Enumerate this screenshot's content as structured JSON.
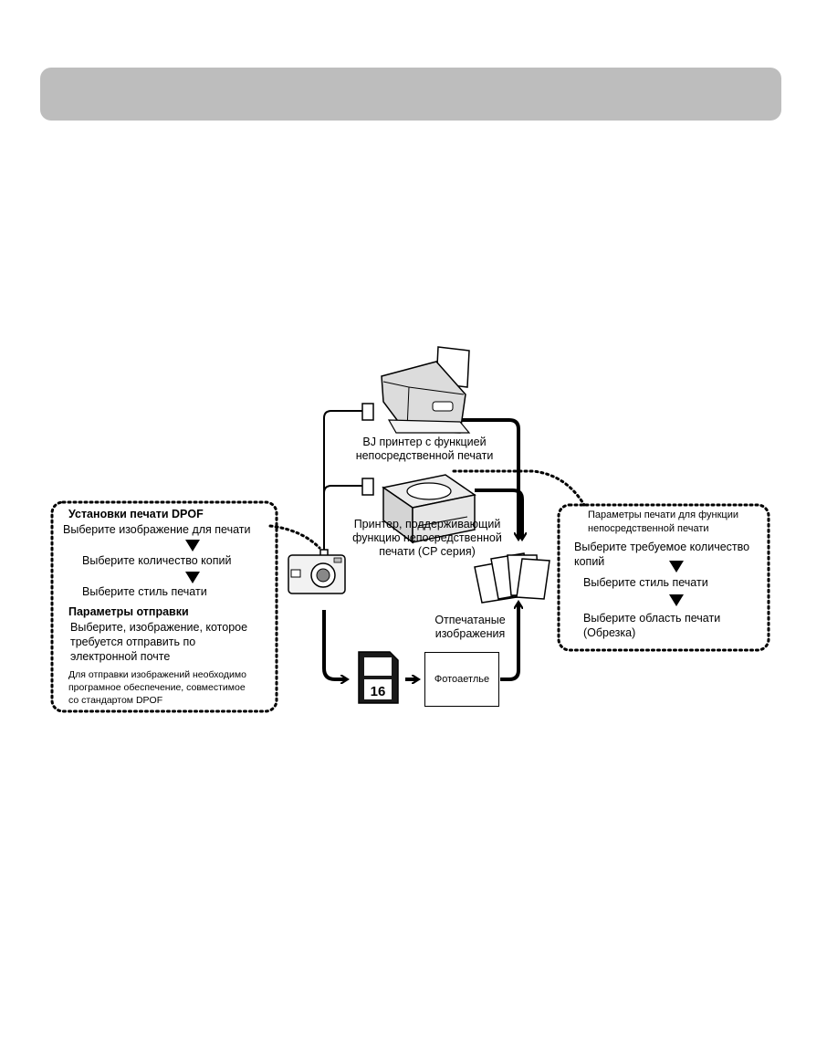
{
  "printers": {
    "bj_label_1": "BJ принтер с функцией",
    "bj_label_2": "непосредственной печати",
    "cp_label_1": "Принтер, поддерживающий",
    "cp_label_2": "функцию непосредственной",
    "cp_label_3": "печати (CP серия)"
  },
  "dpof_box": {
    "title": "Установки печати DPOF",
    "step1": "Выберите изображение для печати",
    "step2": "Выберите количество копий",
    "step3": "Выберите стиль печати",
    "send_title": "Параметры отправки",
    "send_1": "Выберите, изображение, которое",
    "send_2": "требуется отправить по",
    "send_3": "электронной почте",
    "note_1": "Для отправки изображений необходимо",
    "note_2": "програмное обеспечение, совместимое",
    "note_3": "со стандартом DPOF"
  },
  "direct_box": {
    "title_1": "Параметры печати для функции",
    "title_2": "непосредственной печати",
    "step1_1": "Выберите требуемое количество",
    "step1_2": "копий",
    "step2": "Выберите стиль печати",
    "step3_1": "Выберите область печати",
    "step3_2": "(Обрезка)"
  },
  "prints": {
    "label_1": "Отпечатаные",
    "label_2": "изображения"
  },
  "photo_lab": {
    "label": "Фотоаетлье"
  },
  "memory_card": {
    "capacity": "16"
  }
}
